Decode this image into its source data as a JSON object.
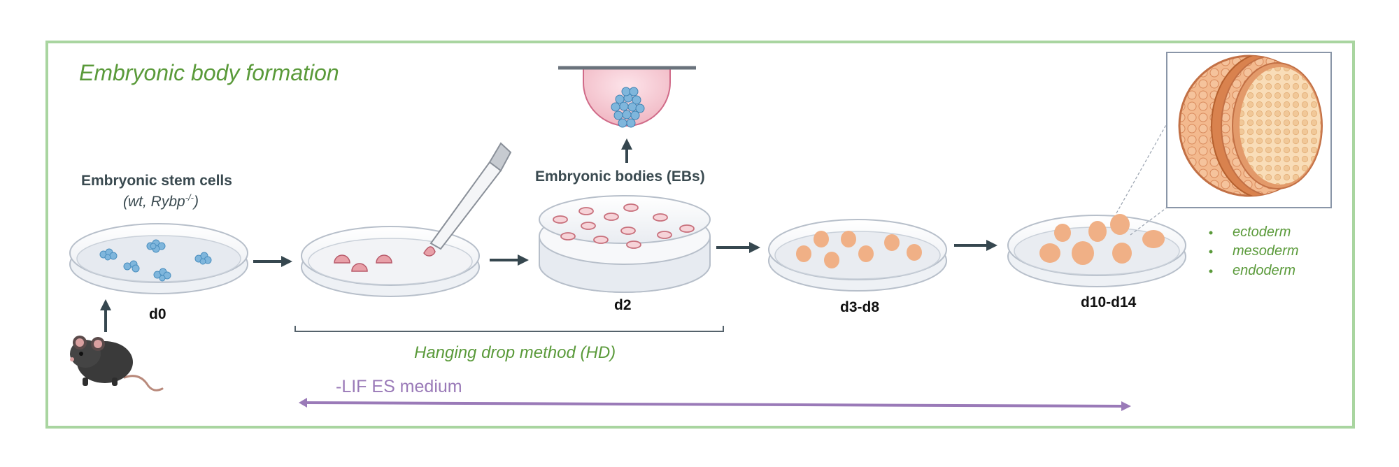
{
  "title": "Embryonic body formation",
  "stem_cells": {
    "label": "Embryonic stem cells",
    "sub_label": "(wt, Rybp-/-)"
  },
  "embryonic_bodies_label": "Embryonic bodies (EBs)",
  "days": [
    "d0",
    "d2",
    "d3-d8",
    "d10-d14"
  ],
  "hanging_drop_label": "Hanging drop method (HD)",
  "medium_label": "-LIF ES medium",
  "germ_layers": [
    "ectoderm",
    "mesoderm",
    "endoderm"
  ],
  "colors": {
    "frame": "#a9d5a0",
    "arrow": "#36474f",
    "medium_arrow": "#9a7ab8",
    "eb": "#f0b086",
    "drop": "#e8a0a8",
    "es_cell": "#7fb6dc",
    "accent_green": "#5a9a3a"
  }
}
